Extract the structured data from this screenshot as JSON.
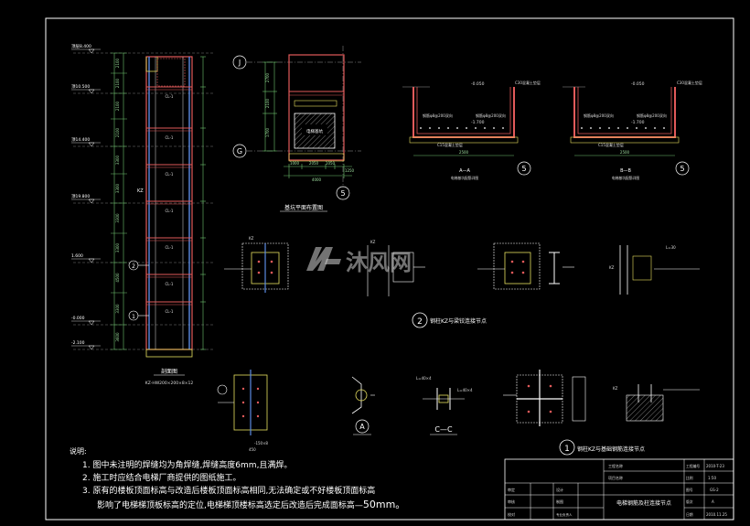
{
  "colors": {
    "background": "#000000",
    "frame": "#ffffff",
    "steel": "#e25a5a",
    "column_bar": "#5a8ae2",
    "dim": "#6fc36f",
    "text": "#ffffff",
    "yellow": "#e8e060"
  },
  "watermark": {
    "logo_icon": "mf-logo-icon",
    "text": "沐风网"
  },
  "elevations": [
    "8.400",
    "10.500",
    "14.400",
    "19.800",
    "1.600",
    "-0.000",
    "-2.100"
  ],
  "elevation_prefix": [
    "顶层",
    "顶",
    "顶",
    "顶"
  ],
  "left_plan": {
    "beam_labels": [
      "CL-1",
      "CL-1",
      "CL-1",
      "CL-1",
      "CL-1",
      "CL-1",
      "CL-1",
      "CL-1"
    ],
    "dims": [
      "2100",
      "2100",
      "2100",
      "2100",
      "3300",
      "3300",
      "3300",
      "3300",
      "4500",
      "3300",
      "3600"
    ],
    "caption": "剖面图",
    "sub_caption": "KZ-HW200×200×8×12"
  },
  "plan_view": {
    "grid_top": "J",
    "grid_left": "G",
    "grid_bottom": "5",
    "dims_left": [
      "2700",
      "2100",
      "1700"
    ],
    "dims_bottom": [
      "1000",
      "2050",
      "1050",
      "1250",
      "4000"
    ],
    "pit_label": "电梯基坑",
    "caption": "基坑平面布置图"
  },
  "section_aa": {
    "levels": [
      "-0.050",
      "-1.700"
    ],
    "labels": [
      "C30混凝土垫层",
      "钢筋φ8@200双向",
      "C15混凝土垫层"
    ],
    "dims": [
      "2500",
      "2500"
    ],
    "caption": "A—A",
    "sub": "电梯基坑配筋详图",
    "grid": "5"
  },
  "section_bb": {
    "levels": [
      "-0.050",
      "-1.700"
    ],
    "labels": [
      "C30混凝土垫层",
      "钢筋φ8@200双向",
      "C15混凝土垫层"
    ],
    "dims": [
      "2500",
      "2500"
    ],
    "caption": "B—B",
    "sub": "电梯基坑配筋详图",
    "grid": "5"
  },
  "node2": {
    "number": "2",
    "title": "钢柱KZ与梁铰连接节点"
  },
  "node1": {
    "number": "1",
    "title": "钢柱KZ与基础钢筋连接节点"
  },
  "detail_a": {
    "label": "A",
    "dims": [
      "-150×8",
      "450"
    ]
  },
  "cc": {
    "label": "C—C",
    "dims": [
      "L=40×4",
      "L=40×4"
    ]
  },
  "misc_labels": [
    "KZ",
    "KZ",
    "KZ",
    "L=30"
  ],
  "notes": {
    "heading": "说明:",
    "items": [
      "1.  图中未注明的焊缝均为角焊缝,焊缝高度6mm,且满焊。",
      "2.  施工时应结合电梯厂商提供的图纸施工。",
      "3.  原有的楼板顶面标高与改造后楼板顶面标高相同,无法确定或不好楼板顶面标高"
    ],
    "last_line_text": "影响了电梯梯顶板标高的定位,电梯梯顶楼标高选定后改造后完成面标高—",
    "last_line_value": "50mm。"
  },
  "title_block": {
    "cells": [
      {
        "label": "工程名称",
        "value": ""
      },
      {
        "label": "项目名称",
        "value": ""
      },
      {
        "label": "工程编号",
        "value": "2010-T-23"
      },
      {
        "label": "图号",
        "value": "GS-2"
      },
      {
        "label": "比例",
        "value": "1:50"
      },
      {
        "label": "版次",
        "value": "A"
      },
      {
        "label": "日期",
        "value": "2010.11.25"
      }
    ],
    "roles": [
      "审定",
      "审核",
      "校对",
      "设计",
      "制图",
      "专业负责人"
    ],
    "drawing_title": "电梯钢筋及柱连接节点"
  }
}
